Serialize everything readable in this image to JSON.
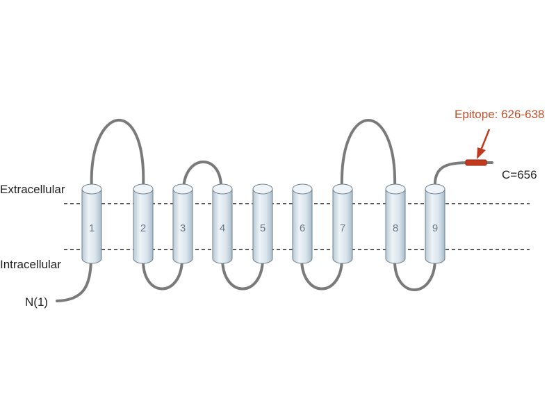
{
  "labels": {
    "extracellular": "Extracellular",
    "intracellular": "Intracellular",
    "n_terminus": "N(1)",
    "c_terminus": "C=656",
    "epitope": "Epitope: 626-638"
  },
  "helices": [
    "1",
    "2",
    "3",
    "4",
    "5",
    "6",
    "7",
    "8",
    "9"
  ],
  "colors": {
    "loop": "#7a7a7a",
    "membrane_line": "#222222",
    "helix_fill_light": "#eef4f8",
    "helix_fill_dark": "#b9cad6",
    "helix_stroke": "#6f7f8d",
    "epitope": "#c23a1d",
    "epitope_text": "#c0502d"
  },
  "icons": {
    "epitope_pointer": "arrow-down-left-icon"
  }
}
